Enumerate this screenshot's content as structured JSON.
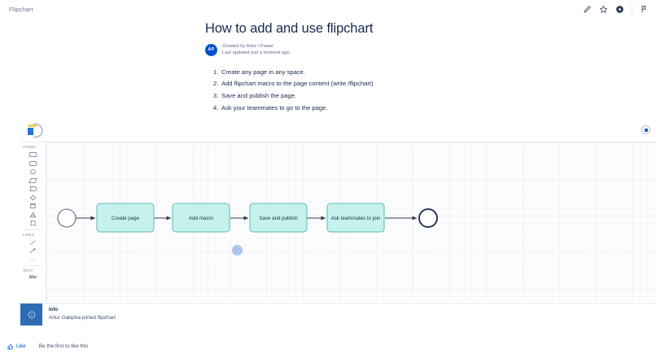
{
  "topbar": {
    "breadcrumb": "Flipchart",
    "actions": [
      {
        "name": "edit-icon",
        "title": "Edit"
      },
      {
        "name": "star-icon",
        "title": "Star"
      },
      {
        "name": "watch-icon",
        "title": "Watch"
      },
      {
        "name": "share-icon",
        "title": "Share"
      }
    ]
  },
  "page": {
    "title": "How to add and use flipchart",
    "avatar_initials": "AP",
    "created_by": "Created by Artur i Pawel",
    "last_updated": "Last updated just a moment ago",
    "steps": [
      "Create any page in any space.",
      "Add flipchart macro to the page content (write /flipchart)",
      "Save and publish the page.",
      "Ask your teammates to go to the page."
    ]
  },
  "flipchart": {
    "logo_name": "flipchart-logo",
    "palette": {
      "items_label": "ITEMS",
      "links_label": "LINKS",
      "text_label": "TEXT",
      "text_sample": "Abc",
      "items": [
        "rectangle-shape",
        "rounded-rectangle-shape",
        "circle-shape",
        "parallelogram-shape",
        "flag-shape",
        "diamond-shape",
        "cylinder-shape",
        "triangle-shape",
        "document-shape"
      ],
      "links": [
        "line-link",
        "arrow-link",
        "dashed-link"
      ]
    },
    "diagram": {
      "start_node": "start-circle",
      "end_node": "end-circle",
      "nodes": [
        "Create page",
        "Add macro",
        "Save and publish",
        "Ask teammates to join"
      ],
      "node_fill": "#c6f2ee",
      "node_stroke": "#5bb9b0",
      "connector_color": "#333c4e",
      "cursor_color": "#a9c6ec"
    }
  },
  "info_banner": {
    "icon": "info-icon",
    "title": "Info",
    "message": "Artur Gałązka joined flipchart",
    "accent_color": "#2d6cb5"
  },
  "footer": {
    "like_label": "Like",
    "like_note": "Be the first to like this",
    "like_icon": "thumbs-up-icon",
    "link_color": "#0052cc"
  }
}
